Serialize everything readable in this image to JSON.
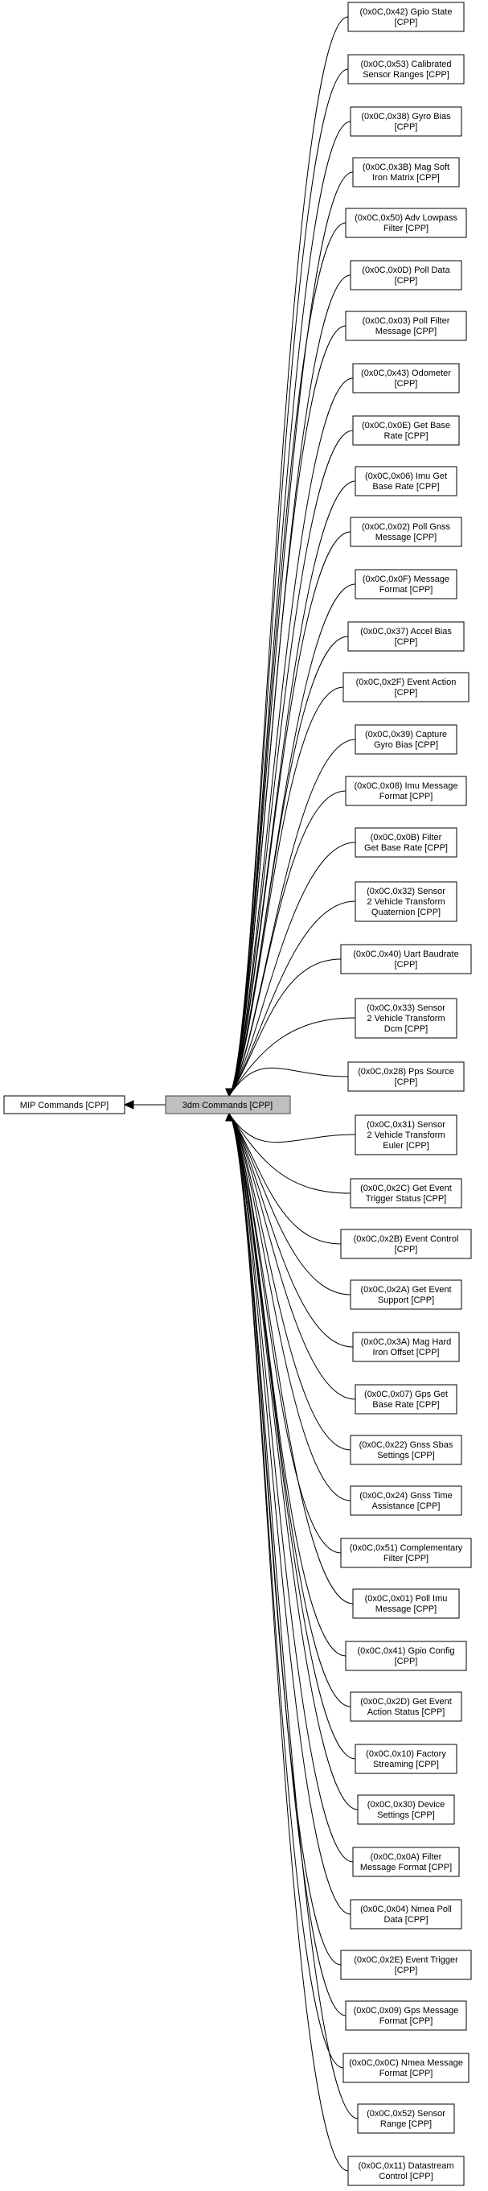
{
  "center": {
    "label": "3dm Commands [CPP]"
  },
  "parent": {
    "label": "MIP Commands [CPP]"
  },
  "children": [
    {
      "lines": [
        "(0x0C,0x42) Gpio State",
        "[CPP]"
      ]
    },
    {
      "lines": [
        "(0x0C,0x53) Calibrated",
        "Sensor Ranges [CPP]"
      ]
    },
    {
      "lines": [
        "(0x0C,0x38) Gyro Bias",
        "[CPP]"
      ]
    },
    {
      "lines": [
        "(0x0C,0x3B) Mag Soft",
        "Iron Matrix [CPP]"
      ]
    },
    {
      "lines": [
        "(0x0C,0x50) Adv Lowpass",
        "Filter [CPP]"
      ]
    },
    {
      "lines": [
        "(0x0C,0x0D) Poll Data",
        "[CPP]"
      ]
    },
    {
      "lines": [
        "(0x0C,0x03) Poll Filter",
        "Message [CPP]"
      ]
    },
    {
      "lines": [
        "(0x0C,0x43) Odometer",
        "[CPP]"
      ]
    },
    {
      "lines": [
        "(0x0C,0x0E) Get Base",
        "Rate [CPP]"
      ]
    },
    {
      "lines": [
        "(0x0C,0x06) Imu Get",
        "Base Rate [CPP]"
      ]
    },
    {
      "lines": [
        "(0x0C,0x02) Poll Gnss",
        "Message [CPP]"
      ]
    },
    {
      "lines": [
        "(0x0C,0x0F) Message",
        "Format [CPP]"
      ]
    },
    {
      "lines": [
        "(0x0C,0x37) Accel Bias",
        "[CPP]"
      ]
    },
    {
      "lines": [
        "(0x0C,0x2F) Event Action",
        "[CPP]"
      ]
    },
    {
      "lines": [
        "(0x0C,0x39) Capture",
        "Gyro Bias [CPP]"
      ]
    },
    {
      "lines": [
        "(0x0C,0x08) Imu Message",
        "Format [CPP]"
      ]
    },
    {
      "lines": [
        "(0x0C,0x0B) Filter",
        "Get Base Rate [CPP]"
      ]
    },
    {
      "lines": [
        "(0x0C,0x32) Sensor",
        "2 Vehicle Transform",
        "Quaternion [CPP]"
      ]
    },
    {
      "lines": [
        "(0x0C,0x40) Uart Baudrate",
        "[CPP]"
      ]
    },
    {
      "lines": [
        "(0x0C,0x33) Sensor",
        "2 Vehicle Transform",
        "Dcm [CPP]"
      ]
    },
    {
      "lines": [
        "(0x0C,0x28) Pps Source",
        "[CPP]"
      ]
    },
    {
      "lines": [
        "(0x0C,0x31) Sensor",
        "2 Vehicle Transform",
        "Euler [CPP]"
      ]
    },
    {
      "lines": [
        "(0x0C,0x2C) Get Event",
        "Trigger Status [CPP]"
      ]
    },
    {
      "lines": [
        "(0x0C,0x2B) Event Control",
        "[CPP]"
      ]
    },
    {
      "lines": [
        "(0x0C,0x2A) Get Event",
        "Support [CPP]"
      ]
    },
    {
      "lines": [
        "(0x0C,0x3A) Mag Hard",
        "Iron Offset [CPP]"
      ]
    },
    {
      "lines": [
        "(0x0C,0x07) Gps Get",
        "Base Rate [CPP]"
      ]
    },
    {
      "lines": [
        "(0x0C,0x22) Gnss Sbas",
        "Settings [CPP]"
      ]
    },
    {
      "lines": [
        "(0x0C,0x24) Gnss Time",
        "Assistance [CPP]"
      ]
    },
    {
      "lines": [
        "(0x0C,0x51) Complementary",
        "Filter [CPP]"
      ]
    },
    {
      "lines": [
        "(0x0C,0x01) Poll Imu",
        "Message [CPP]"
      ]
    },
    {
      "lines": [
        "(0x0C,0x41) Gpio Config",
        "[CPP]"
      ]
    },
    {
      "lines": [
        "(0x0C,0x2D) Get Event",
        "Action Status [CPP]"
      ]
    },
    {
      "lines": [
        "(0x0C,0x10) Factory",
        "Streaming [CPP]"
      ]
    },
    {
      "lines": [
        "(0x0C,0x30) Device",
        "Settings [CPP]"
      ]
    },
    {
      "lines": [
        "(0x0C,0x0A) Filter",
        "Message Format [CPP]"
      ]
    },
    {
      "lines": [
        "(0x0C,0x04) Nmea Poll",
        "Data [CPP]"
      ]
    },
    {
      "lines": [
        "(0x0C,0x2E) Event Trigger",
        "[CPP]"
      ]
    },
    {
      "lines": [
        "(0x0C,0x09) Gps Message",
        "Format [CPP]"
      ]
    },
    {
      "lines": [
        "(0x0C,0x0C) Nmea Message",
        "Format [CPP]"
      ]
    },
    {
      "lines": [
        "(0x0C,0x52) Sensor",
        "Range [CPP]"
      ]
    },
    {
      "lines": [
        "(0x0C,0x11) Datastream",
        "Control [CPP]"
      ]
    }
  ]
}
